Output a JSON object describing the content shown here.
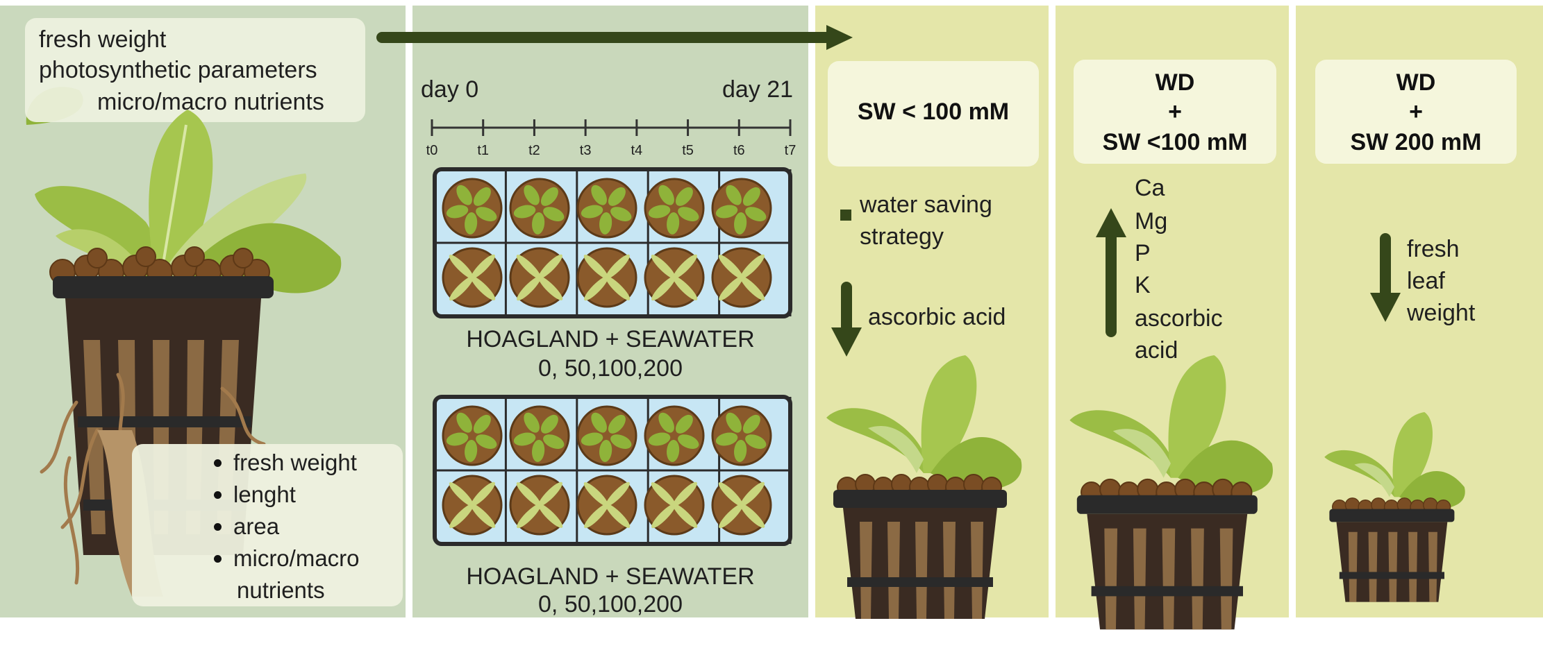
{
  "measurements": {
    "lines": [
      "fresh weight",
      "photosynthetic parameters",
      "micro/macro nutrients"
    ]
  },
  "root_measurements": {
    "items": [
      "fresh weight",
      "lenght",
      "area",
      "micro/macro",
      "nutrients"
    ]
  },
  "timeline": {
    "start_label": "day 0",
    "end_label": "day 21",
    "ticks": [
      "t0",
      "t1",
      "t2",
      "t3",
      "t4",
      "t5",
      "t6",
      "t7"
    ]
  },
  "trays": [
    {
      "label_line1": "HOAGLAND + SEAWATER",
      "label_line2": "0, 50,100,200"
    },
    {
      "label_line1": "HOAGLAND + SEAWATER",
      "label_line2": "0, 50,100,200"
    }
  ],
  "results": [
    {
      "header": [
        "SW < 100 mM"
      ],
      "notes": [
        "water saving",
        "strategy"
      ],
      "decrease": [
        "ascorbic acid"
      ]
    },
    {
      "header": [
        "WD",
        "+",
        "SW <100 mM"
      ],
      "increase": [
        "Ca",
        "Mg",
        "P",
        "K",
        "ascorbic",
        "acid"
      ]
    },
    {
      "header": [
        "WD",
        "+",
        "SW 200 mM"
      ],
      "decrease": [
        "fresh",
        "leaf",
        "weight"
      ]
    }
  ],
  "colors": {
    "arrow": "#35471a",
    "panel_green": "#c9d8bb",
    "panel_yellow": "#e4e6a9",
    "tray_water": "#c7e6f4",
    "pot_brown": "#966b3a",
    "leaf_green": "#8fb33a"
  }
}
